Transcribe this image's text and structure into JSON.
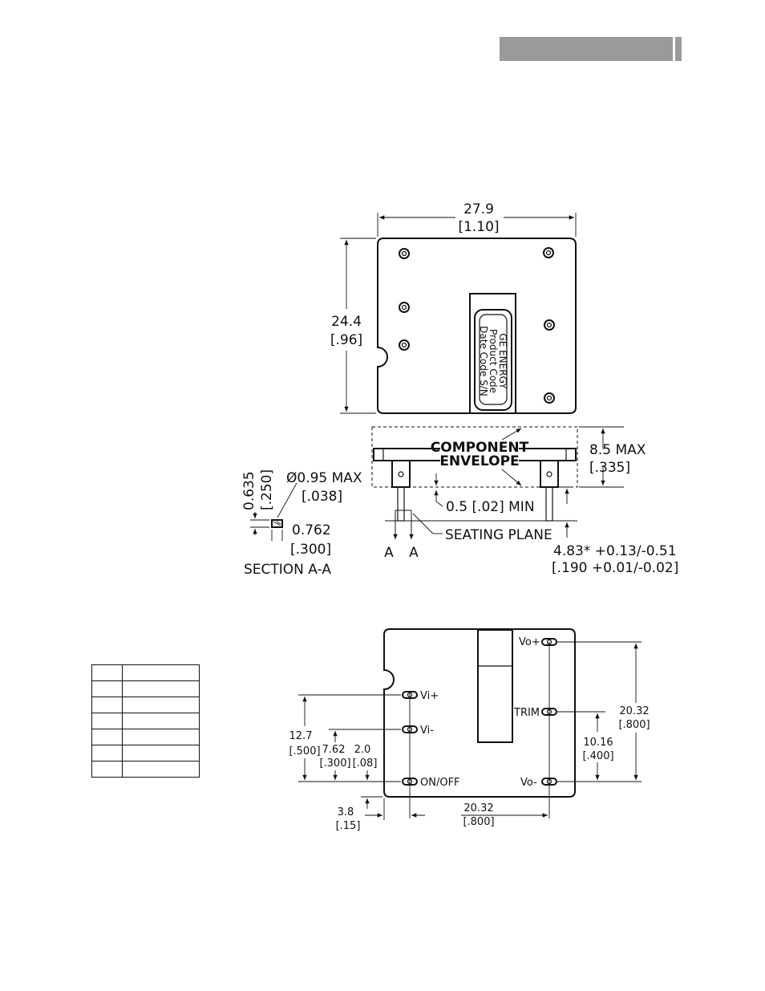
{
  "header": {
    "bar_color": "#9a9a9a"
  },
  "top_view": {
    "width_mm": "27.9",
    "width_in": "[1.10]",
    "height_mm": "24.4",
    "height_in": "[.96]",
    "label_line1": "GE ENERGY",
    "label_line2": "Product Code",
    "label_line3": "Date Code S/N"
  },
  "side_view": {
    "component_label": "COMPONENT",
    "envelope_label": "ENVELOPE",
    "max_height_mm": "8.5 MAX",
    "max_height_in": "[.335]",
    "standoff": "0.5 [.02] MIN",
    "seating_plane": "SEATING PLANE",
    "pin_length_mm": "4.83* +0.13/-0.51",
    "pin_length_in": "[.190 +0.01/-0.02]",
    "section_mark_left": "A",
    "section_mark_right": "A"
  },
  "section": {
    "height_mm": "0.635",
    "height_in": "[.250]",
    "diameter_mm": "Ø0.95 MAX",
    "diameter_in": "[.038]",
    "width_mm": "0.762",
    "width_in": "[.300]",
    "title": "SECTION A-A"
  },
  "bottom_view": {
    "pins": {
      "vo_plus": "Vo+",
      "trim": "TRIM",
      "vo_minus": "Vo-",
      "vi_plus": "Vi+",
      "vi_minus": "Vi-",
      "on_off": "ON/OFF"
    },
    "dims": {
      "d1_mm": "12.7",
      "d1_in": "[.500]",
      "d2_mm": "7.62",
      "d2_in": "[.300]",
      "d3_mm": "2.0",
      "d3_in": "[.08]",
      "d4_mm": "3.8",
      "d4_in": "[.15]",
      "d5_mm": "20.32",
      "d5_in": "[.800]",
      "d6_mm": "10.16",
      "d6_in": "[.400]",
      "d7_mm": "20.32",
      "d7_in": "[.800]"
    }
  }
}
